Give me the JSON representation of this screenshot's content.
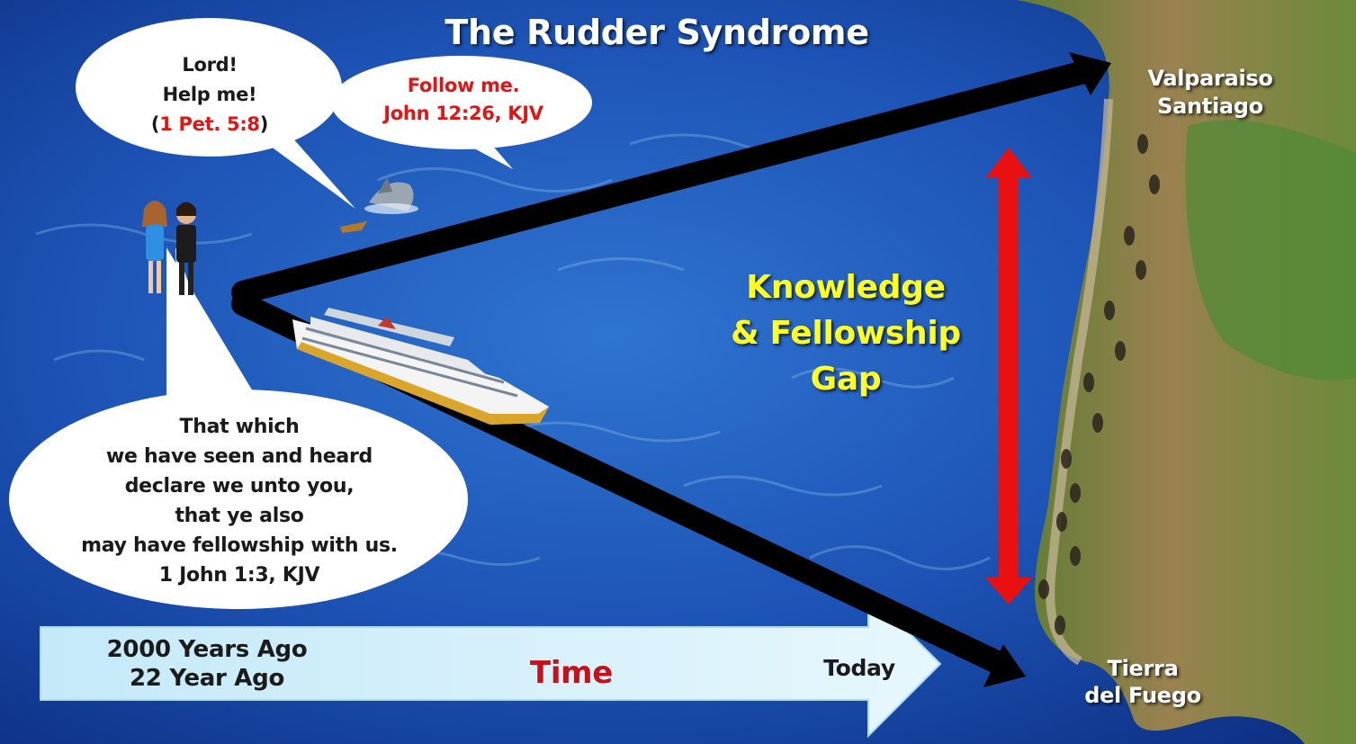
{
  "title": "The Rudder Syndrome",
  "bubbles": {
    "lord": {
      "line1": "Lord!",
      "line2": "Help me!",
      "ref_open": "(",
      "ref": "1 Pet. 5:8",
      "ref_close": ")"
    },
    "follow": {
      "line1": "Follow me.",
      "line2": "John 12:26, KJV"
    },
    "seen": {
      "line1": "That which",
      "line2": "we have seen and heard",
      "line3": "declare we unto you,",
      "line4": "that ye also",
      "line5": "may have fellowship with us.",
      "line6": "1 John 1:3, KJV"
    }
  },
  "gap": {
    "line1": "Knowledge",
    "line2": "& Fellowship",
    "line3": "Gap"
  },
  "places": {
    "north_line1": "Valparaiso",
    "north_line2": "Santiago",
    "south_line1": "Tierra",
    "south_line2": "del Fuego"
  },
  "timeline": {
    "left_line1": "2000 Years Ago",
    "left_line2": "22 Year Ago",
    "center": "Time",
    "right": "Today"
  },
  "colors": {
    "ocean": "#1a4fb0",
    "land": "#6f8a3c",
    "arrow_black": "#000000",
    "gap_arrow": "#e81010",
    "gap_text": "#ffff22",
    "time_text": "#c4121a",
    "timeline_arrow": "#cdeefb"
  },
  "icons": [
    "cruise-ship-icon",
    "shark-icon",
    "small-boat-icon",
    "couple-figures-icon",
    "footprints-icon"
  ]
}
